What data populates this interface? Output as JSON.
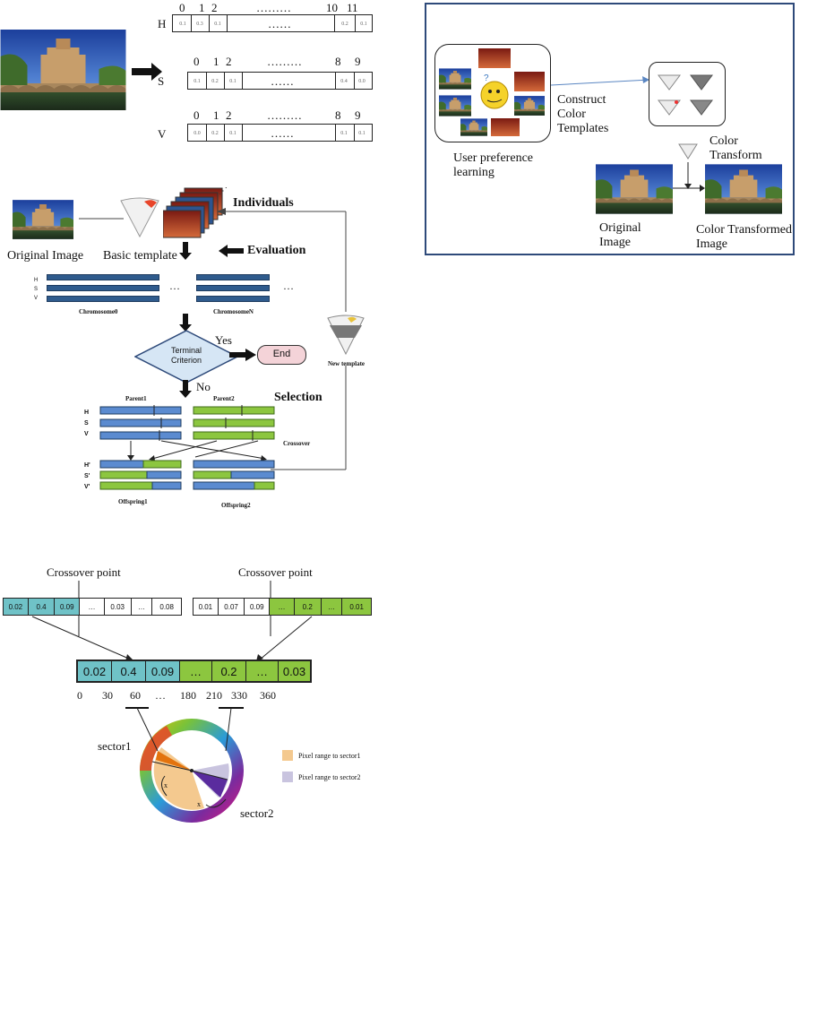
{
  "hsv_histogram": {
    "h": {
      "label": "H",
      "indices": [
        "0",
        "1",
        "2",
        "………",
        "10",
        "11"
      ],
      "cells": [
        "0.1",
        "0.3",
        "0.1",
        "……",
        "0.2",
        "0.1"
      ]
    },
    "s": {
      "label": "S",
      "indices": [
        "0",
        "1",
        "2",
        "………",
        "8",
        "9"
      ],
      "cells": [
        "0.1",
        "0.2",
        "0.1",
        "……",
        "0.4",
        "0.0"
      ]
    },
    "v": {
      "label": "V",
      "indices": [
        "0",
        "1",
        "2",
        "………",
        "8",
        "9"
      ],
      "cells": [
        "0.0",
        "0.2",
        "0.1",
        "……",
        "0.1",
        "0.1"
      ]
    }
  },
  "overview": {
    "user_pref": "User preference learning",
    "construct": "Construct Color Templates",
    "color_transform": "Color Transform",
    "original": "Original Image",
    "transformed": "Color Transformed Image"
  },
  "ga_flow": {
    "original_image": "Original Image",
    "basic_template": "Basic template",
    "individuals": "Individuals",
    "evaluation": "Evaluation",
    "chromosome0": "Chromosome0",
    "chromosomeN": "ChromosomeN",
    "dots": "…",
    "terminal": "Terminal Criterion",
    "yes": "Yes",
    "no": "No",
    "end": "End",
    "new_template": "New template",
    "selection": "Selection",
    "parent1": "Parent1",
    "parent2": "Parent2",
    "crossover": "Crossover",
    "offspring1": "Offspring1",
    "offspring2": "Offspring2",
    "hsv_labels": [
      "H",
      "S",
      "V"
    ],
    "hsv_prime_labels": [
      "H'",
      "S'",
      "V'"
    ]
  },
  "crossover_detail": {
    "crossover_point": "Crossover point",
    "parent1_cells": [
      "0.02",
      "0.4",
      "0.09",
      "…",
      "0.03",
      "…",
      "0.08"
    ],
    "parent2_cells": [
      "0.01",
      "0.07",
      "0.09",
      "…",
      "0.2",
      "…",
      "0.01"
    ],
    "child_cells": [
      "0.02",
      "0.4",
      "0.09",
      "…",
      "0.2",
      "…",
      "0.03"
    ],
    "axis": [
      "0",
      "30",
      "60",
      "…",
      "180",
      "210",
      "330",
      "360"
    ],
    "sector1": "sector1",
    "sector2": "sector2",
    "legend1": "Pixel range to sector1",
    "legend2": "Pixel range to sector2",
    "x1": "x",
    "x2": "x"
  },
  "colors": {
    "teal": "#6fc2c7",
    "green": "#8cc63f",
    "chromosome": "#2f5b8d",
    "end_fill": "#f4d3d8",
    "diamond_fill": "#d6e6f5",
    "legend1": "#f4c98f",
    "legend2": "#c9c4df",
    "box_border": "#2e4a7a"
  }
}
